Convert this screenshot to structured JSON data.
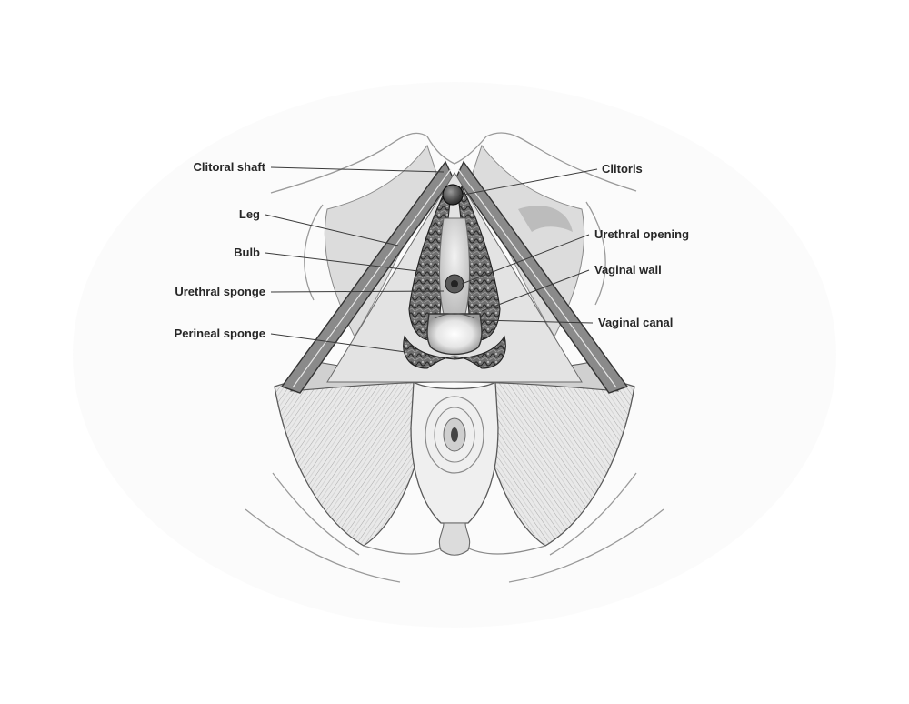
{
  "labels": {
    "clitoral_shaft": "Clitoral shaft",
    "leg": "Leg",
    "bulb": "Bulb",
    "urethral_sponge": "Urethral sponge",
    "perineal_sponge": "Perineal sponge",
    "clitoris": "Clitoris",
    "urethral_opening": "Urethral opening",
    "vaginal_wall": "Vaginal wall",
    "vaginal_canal": "Vaginal canal"
  },
  "colors": {
    "ink": "#262626",
    "pencil_dark": "#4a4a4a",
    "pencil_mid": "#8a8a8a",
    "pencil_light": "#c8c8c8",
    "paper": "#ffffff"
  }
}
